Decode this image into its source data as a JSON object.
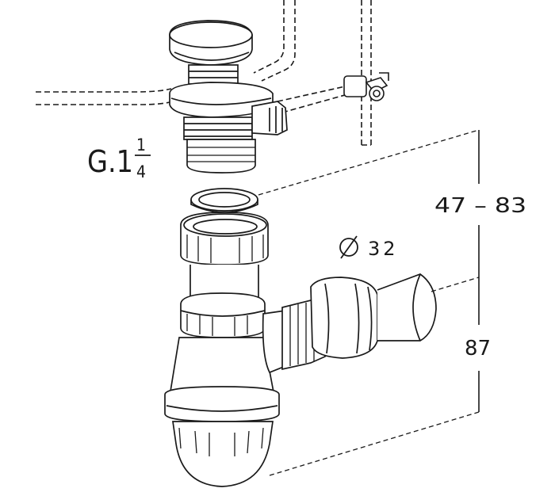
{
  "diagram": {
    "thread": {
      "main": "G.1",
      "num": "1",
      "den": "4"
    },
    "diameter": {
      "symbol": "⌀",
      "value": "32"
    },
    "dim_adjust": "47 – 83",
    "dim_height": "87"
  },
  "colors": {
    "stroke": "#1a1a1a",
    "fill": "#ffffff",
    "shade": "#d9d9d9"
  }
}
